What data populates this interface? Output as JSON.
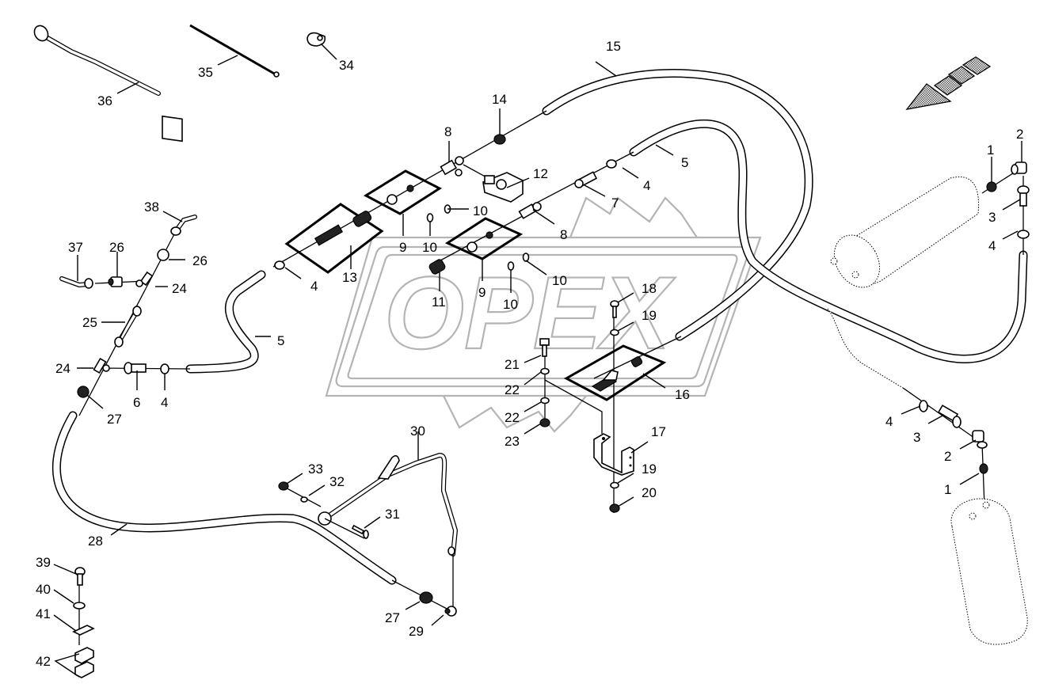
{
  "diagram": {
    "watermark": "OPEX",
    "direction_arrow": "travel-direction-arrow",
    "callouts": {
      "c1a": "1",
      "c1b": "1",
      "c2a": "2",
      "c2b": "2",
      "c3a": "3",
      "c3b": "3",
      "c4a": "4",
      "c4b": "4",
      "c4c": "4",
      "c4d": "4",
      "c4e": "4",
      "c5a": "5",
      "c5b": "5",
      "c6": "6",
      "c7": "7",
      "c8a": "8",
      "c8b": "8",
      "c9a": "9",
      "c9b": "9",
      "c10a": "10",
      "c10b": "10",
      "c10c": "10",
      "c10d": "10",
      "c11": "11",
      "c12": "12",
      "c13": "13",
      "c14": "14",
      "c15": "15",
      "c16": "16",
      "c17": "17",
      "c18": "18",
      "c19a": "19",
      "c19b": "19",
      "c20": "20",
      "c21": "21",
      "c22a": "22",
      "c22b": "22",
      "c23": "23",
      "c24a": "24",
      "c24b": "24",
      "c25": "25",
      "c26a": "26",
      "c26b": "26",
      "c27a": "27",
      "c27b": "27",
      "c28": "28",
      "c29": "29",
      "c30": "30",
      "c31": "31",
      "c32": "32",
      "c33": "33",
      "c34": "34",
      "c35": "35",
      "c36": "36",
      "c37": "37",
      "c38": "38",
      "c39": "39",
      "c40": "40",
      "c41": "41",
      "c42": "42"
    }
  }
}
